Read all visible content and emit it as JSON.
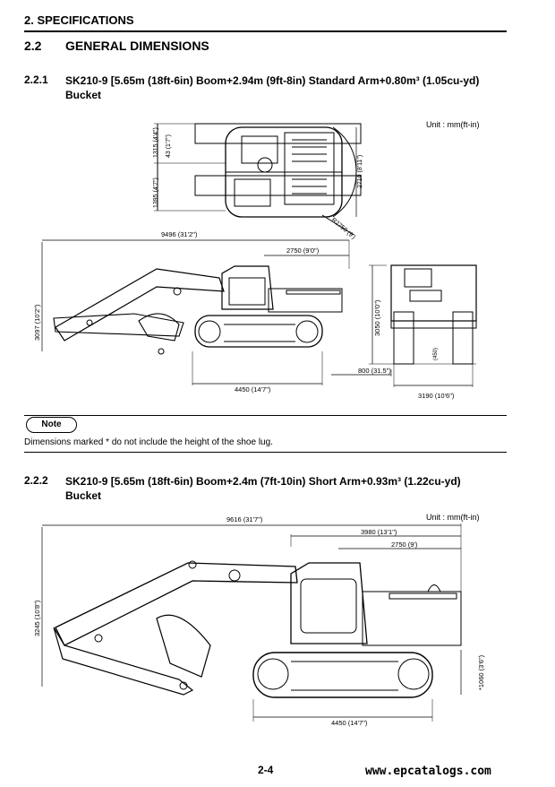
{
  "header": {
    "title": "2.  SPECIFICATIONS"
  },
  "section": {
    "number": "2.2",
    "title": "GENERAL DIMENSIONS"
  },
  "sub1": {
    "number": "2.2.1",
    "title_line1": "SK210-9 [5.65m (18ft-6in) Boom+2.94m (9ft-8in) Standard Arm+0.80m³ (1.05cu-yd)",
    "title_line2": "Bucket",
    "unit": "Unit : mm(ft-in)",
    "dims": {
      "d1315": "1315 (4'4\")",
      "d43": "43 (1'7\")",
      "d1395": "1395 (4'7\")",
      "d2710": "2710 (8'11\")",
      "r2750": "R2750 (9')",
      "d9496": "9496 (31'2\")",
      "d2750": "2750 (9'0\")",
      "d3097": "3097 (10'2\")",
      "d3050": "3050 (10'0\")",
      "d450": "(450)",
      "d800": "800 (31.5\")",
      "d4450": "4450 (14'7\")",
      "d3190": "3190 (10'6\")"
    }
  },
  "note": {
    "label": "Note",
    "text": "Dimensions marked * do not include the height of the shoe lug."
  },
  "sub2": {
    "number": "2.2.2",
    "title_line1": "SK210-9 [5.65m (18ft-6in) Boom+2.4m (7ft-10in) Short Arm+0.93m³ (1.22cu-yd)",
    "title_line2": "Bucket",
    "unit": "Unit : mm(ft-in)",
    "dims": {
      "d9616": "9616 (31'7\")",
      "d3980": "3980 (13'1\")",
      "d2750": "2750 (9')",
      "d3245": "3245 (10'8\")",
      "d1060": "*1060 (3'6\")",
      "d4450": "4450 (14'7\")"
    }
  },
  "footer": {
    "page": "2-4",
    "watermark": "www.epcatalogs.com"
  }
}
